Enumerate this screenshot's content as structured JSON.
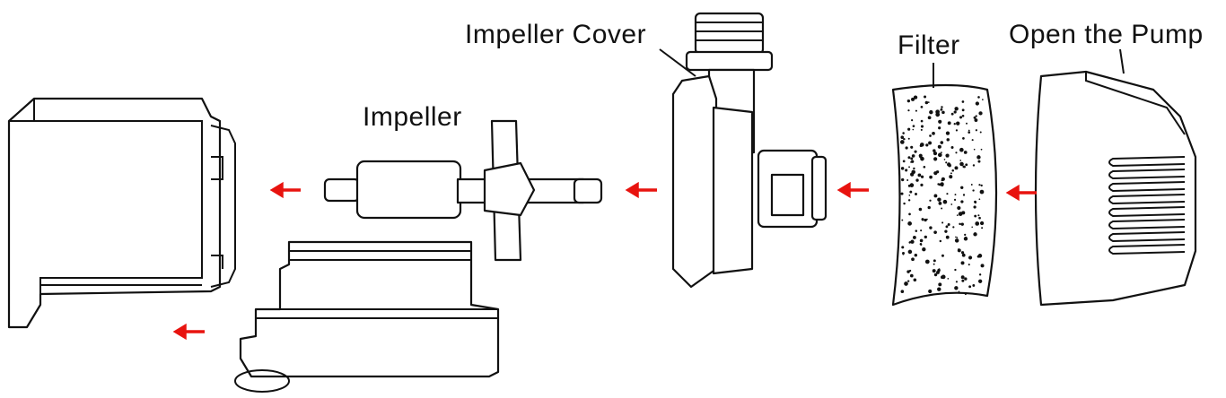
{
  "labels": {
    "impeller_cover": "Impeller Cover",
    "filter": "Filter",
    "open_pump": "Open the Pump",
    "impeller": "Impeller"
  },
  "colors": {
    "arrow": "#e8130f",
    "line": "#111111"
  }
}
